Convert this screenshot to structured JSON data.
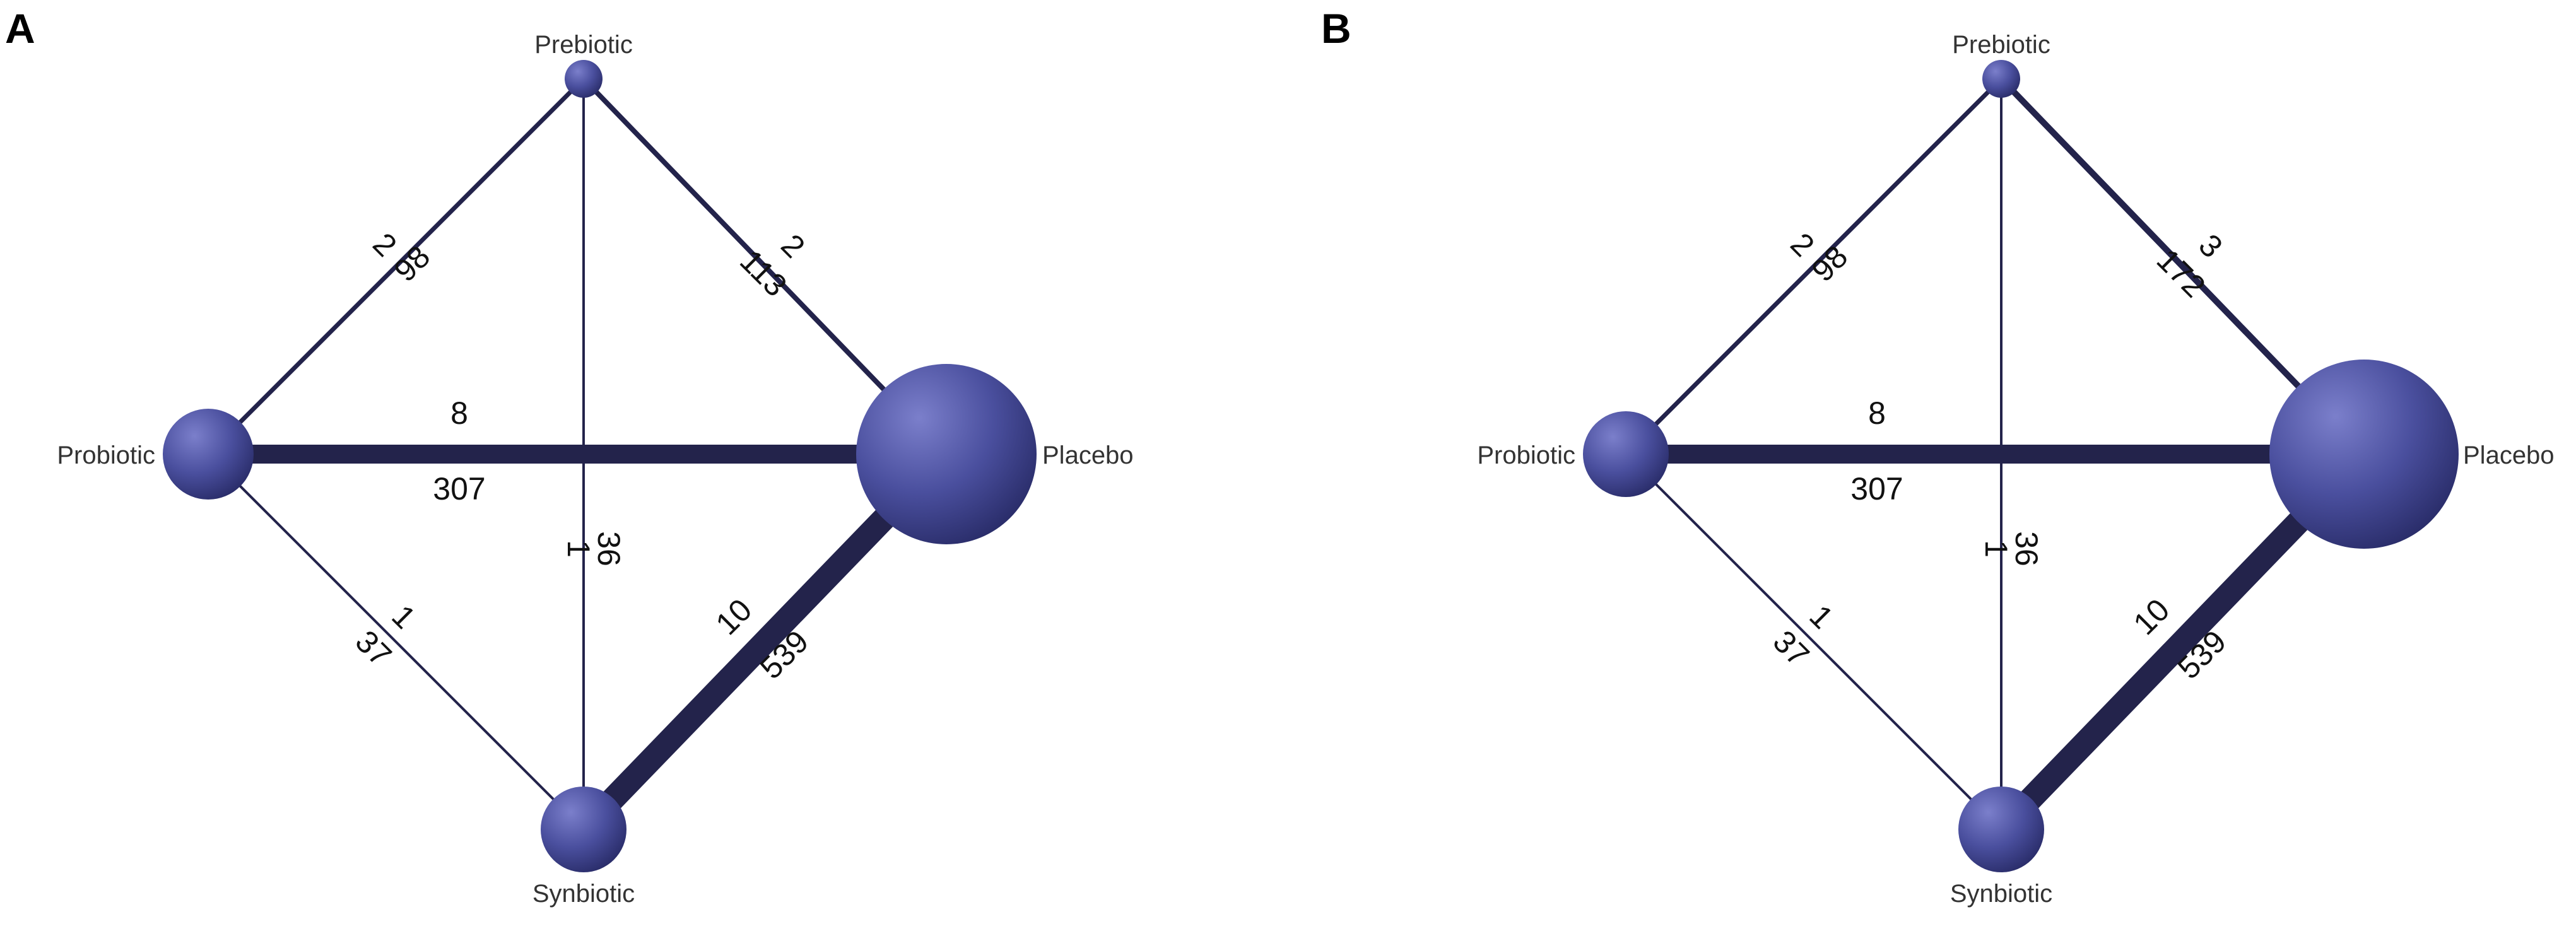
{
  "colors": {
    "edge": "#23234b",
    "node_light": "#7b7fcb",
    "node_mid": "#4a4f9e",
    "node_dark": "#2a2d6a",
    "background": "#ffffff"
  },
  "panels": [
    {
      "letter": "A",
      "nodes": [
        {
          "id": "prebiotic",
          "label": "Prebiotic"
        },
        {
          "id": "probiotic",
          "label": "Probiotic"
        },
        {
          "id": "placebo",
          "label": "Placebo"
        },
        {
          "id": "synbiotic",
          "label": "Synbiotic"
        }
      ],
      "edges": [
        {
          "from": "probiotic",
          "to": "prebiotic",
          "studies": "2",
          "participants": "98"
        },
        {
          "from": "prebiotic",
          "to": "placebo",
          "studies": "2",
          "participants": "113"
        },
        {
          "from": "probiotic",
          "to": "placebo",
          "studies": "8",
          "participants": "307"
        },
        {
          "from": "prebiotic",
          "to": "synbiotic",
          "studies": "1",
          "participants": "36"
        },
        {
          "from": "probiotic",
          "to": "synbiotic",
          "studies": "1",
          "participants": "37"
        },
        {
          "from": "synbiotic",
          "to": "placebo",
          "studies": "10",
          "participants": "539"
        }
      ]
    },
    {
      "letter": "B",
      "nodes": [
        {
          "id": "prebiotic",
          "label": "Prebiotic"
        },
        {
          "id": "probiotic",
          "label": "Probiotic"
        },
        {
          "id": "placebo",
          "label": "Placebo"
        },
        {
          "id": "synbiotic",
          "label": "Synbiotic"
        }
      ],
      "edges": [
        {
          "from": "probiotic",
          "to": "prebiotic",
          "studies": "2",
          "participants": "98"
        },
        {
          "from": "prebiotic",
          "to": "placebo",
          "studies": "3",
          "participants": "172"
        },
        {
          "from": "probiotic",
          "to": "placebo",
          "studies": "8",
          "participants": "307"
        },
        {
          "from": "prebiotic",
          "to": "synbiotic",
          "studies": "1",
          "participants": "36"
        },
        {
          "from": "probiotic",
          "to": "synbiotic",
          "studies": "1",
          "participants": "37"
        },
        {
          "from": "synbiotic",
          "to": "placebo",
          "studies": "10",
          "participants": "539"
        }
      ]
    }
  ]
}
